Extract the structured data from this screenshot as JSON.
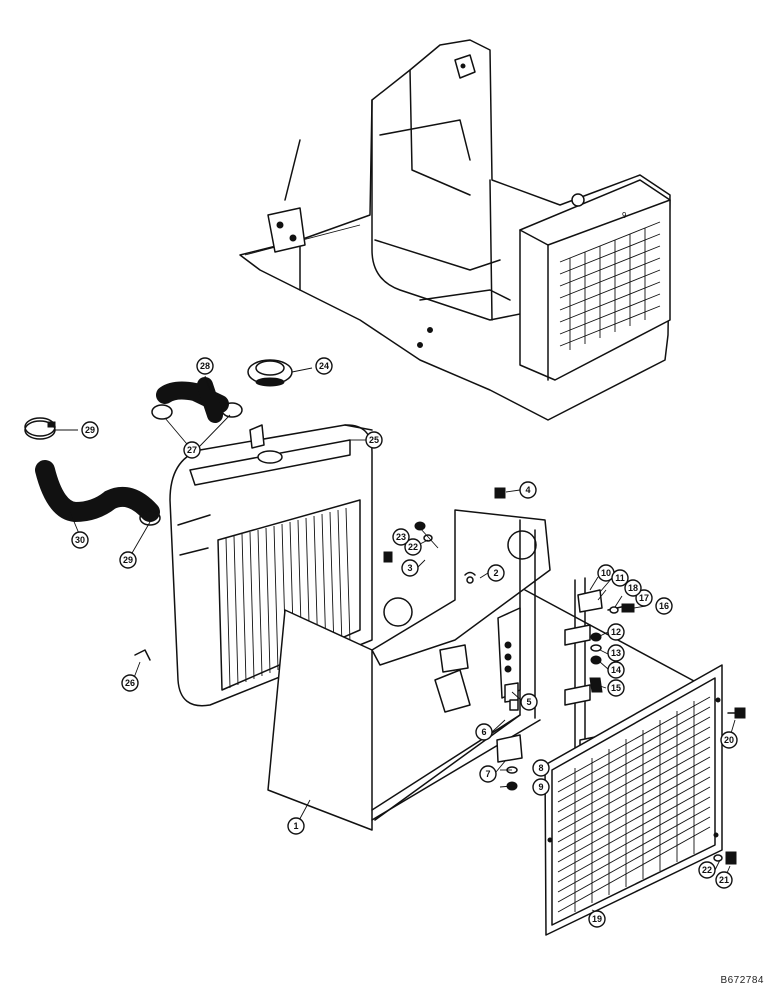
{
  "drawing_number": "B672784",
  "callouts": [
    "1",
    "2",
    "3",
    "4",
    "5",
    "6",
    "7",
    "8",
    "9",
    "10",
    "11",
    "12",
    "13",
    "14",
    "15",
    "16",
    "17",
    "18",
    "19",
    "20",
    "21",
    "22",
    "22",
    "23",
    "24",
    "25",
    "26",
    "27",
    "28",
    "29",
    "29",
    "30"
  ],
  "tractor_grille_marking": "9"
}
